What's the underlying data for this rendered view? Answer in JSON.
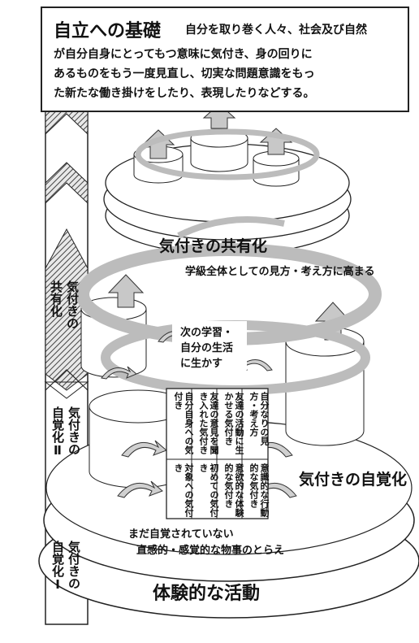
{
  "title": {
    "heading": "自立への基礎",
    "lines": [
      "自分を取り巻く人々、社会及び自然",
      "が自分自身にとってもつ意味に気付き、身の回りに",
      "あるものをもう一度見直し、切実な問題意識をもっ",
      "た新たな働き掛けをしたり、表現したりなどする。"
    ]
  },
  "side_stages": [
    {
      "lines": [
        "気付きの",
        "共有化"
      ]
    },
    {
      "lines": [
        "気付きの",
        "自覚化Ⅱ"
      ]
    },
    {
      "lines": [
        "気付きの",
        "自覚化Ⅰ"
      ]
    }
  ],
  "labels": {
    "sharing": "気付きの共有化",
    "sharing_sub": "学級全体としての見方・考え方に高まる",
    "next_learning": [
      "次の学習・",
      "自分の生活",
      "に生かす"
    ],
    "awareness": "気付きの自覚化",
    "unaware": "まだ自覚されていない",
    "intuitive": "直感的・感覚的な物事のとらえ",
    "activity": "体験的な活動"
  },
  "grid_cells": [
    "自分自身への気付き",
    "友達の意見を聞き入れた気付き",
    "友達の活動に生かせる気付き",
    "自分なりの見方・考え方",
    "対象への気付き",
    "初めての気付き",
    "意欲的な体験的な気付き",
    "意識的な行動的な気付き"
  ],
  "colors": {
    "stroke": "#222222",
    "hatch": "#555555",
    "swirl": "#bdbdbd",
    "panel": "#ffffff"
  }
}
